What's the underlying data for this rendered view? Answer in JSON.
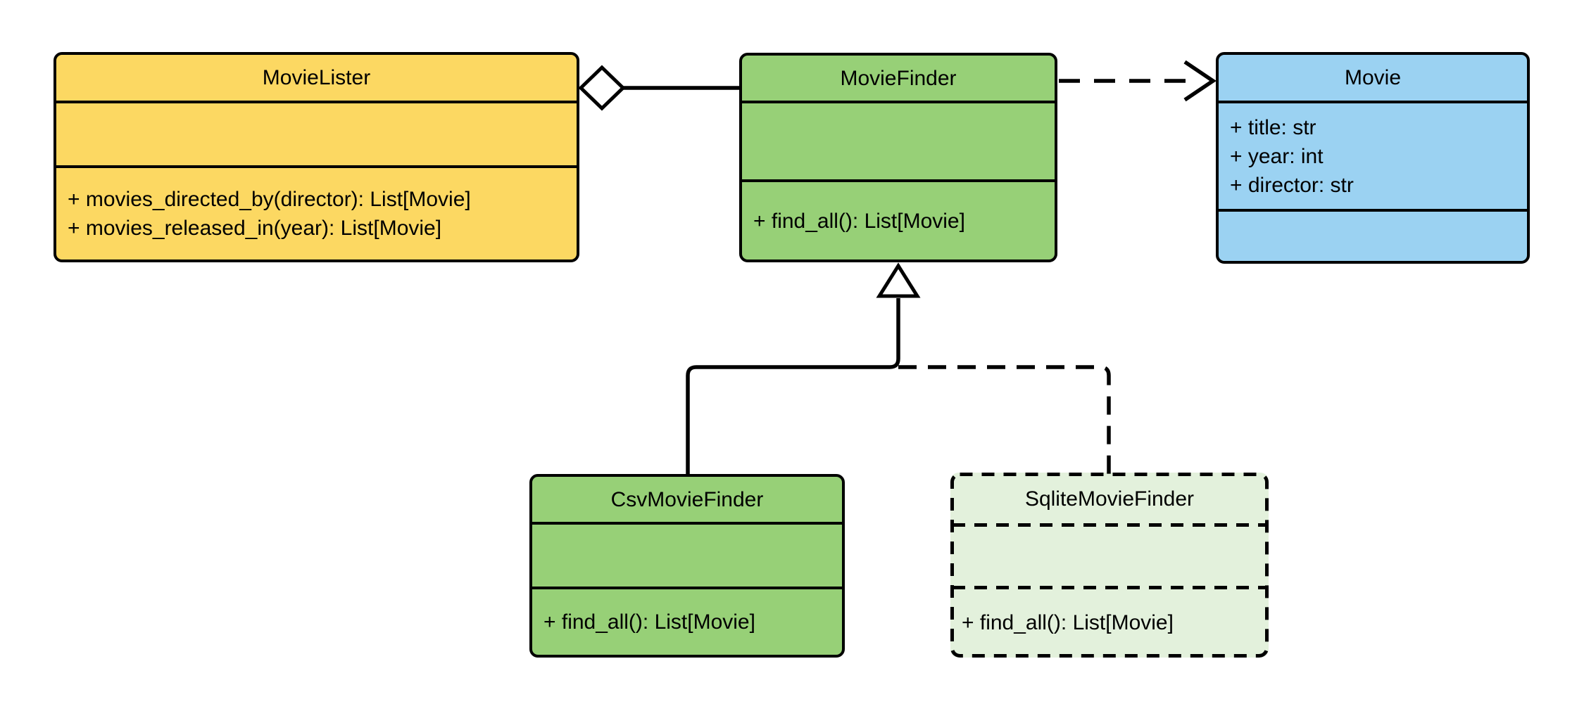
{
  "diagram_type": "uml-class-diagram",
  "classes": {
    "movie_lister": {
      "name": "MovieLister",
      "attributes": [],
      "methods": [
        "+ movies_directed_by(director): List[Movie]",
        "+ movies_released_in(year): List[Movie]"
      ],
      "fill": "#FCD862",
      "border_style": "solid"
    },
    "movie_finder": {
      "name": "MovieFinder",
      "attributes": [],
      "methods": [
        "+ find_all(): List[Movie]"
      ],
      "fill": "#97D077",
      "border_style": "solid"
    },
    "movie": {
      "name": "Movie",
      "attributes": [
        "+ title: str",
        "+ year: int",
        "+ director: str"
      ],
      "methods": [],
      "fill": "#9BD2F2",
      "border_style": "solid"
    },
    "csv_movie_finder": {
      "name": "CsvMovieFinder",
      "attributes": [],
      "methods": [
        "+ find_all(): List[Movie]"
      ],
      "fill": "#97D077",
      "border_style": "solid"
    },
    "sqlite_movie_finder": {
      "name": "SqliteMovieFinder",
      "attributes": [],
      "methods": [
        "+ find_all(): List[Movie]"
      ],
      "fill": "#E3F1DC",
      "border_style": "dashed"
    }
  },
  "relationships": [
    {
      "type": "aggregation",
      "from": "MovieLister",
      "to": "MovieFinder",
      "line_style": "solid",
      "marker": "open-diamond-at-source"
    },
    {
      "type": "dependency",
      "from": "MovieFinder",
      "to": "Movie",
      "line_style": "dashed",
      "marker": "open-arrow-at-target"
    },
    {
      "type": "generalization",
      "from": "CsvMovieFinder",
      "to": "MovieFinder",
      "line_style": "solid",
      "marker": "hollow-triangle-at-target"
    },
    {
      "type": "generalization",
      "from": "SqliteMovieFinder",
      "to": "MovieFinder",
      "line_style": "dashed",
      "marker": "hollow-triangle-at-target"
    }
  ],
  "colors": {
    "movie_lister_fill": "#FCD862",
    "movie_finder_fill": "#97D077",
    "movie_fill": "#9BD2F2",
    "csv_movie_finder_fill": "#97D077",
    "sqlite_movie_finder_fill": "#E3F1DC",
    "stroke": "#000000",
    "background": "#FFFFFF"
  }
}
